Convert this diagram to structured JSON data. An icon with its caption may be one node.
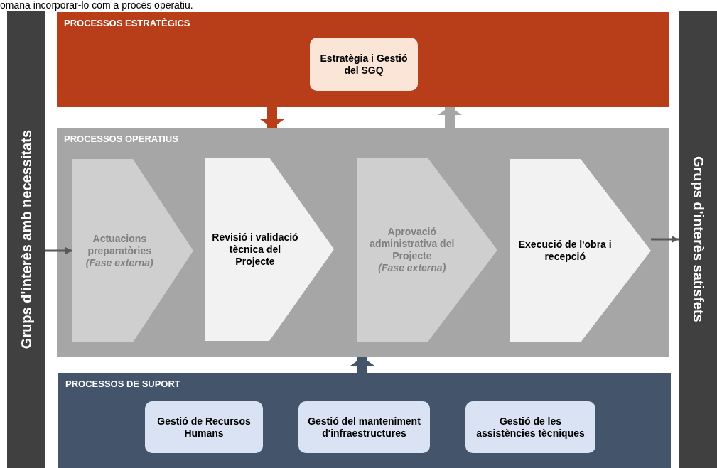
{
  "diagram": {
    "nodes": [
      {
        "text": [
          "Grups d'interès amb necessitats"
        ]
      },
      {
        "text": [
          "PROCESSOS ESTRATÈGICS"
        ]
      },
      {
        "text": [
          "Estratègia i Gestió del SGQ"
        ],
        "in": 1
      },
      {
        "text": [
          "PROCESSOS OPERATIUS"
        ]
      },
      {
        "text": [
          "Actuacions preparatòries",
          "(Fase externa)"
        ],
        "in": 3
      },
      {
        "text": [
          "Revisió i validació tècnica del Projecte"
        ],
        "in": 3
      },
      {
        "text": [
          "Aprovació administrativa del Projecte",
          "(Fase externa)"
        ],
        "in": 3
      },
      {
        "text": [
          "Execució de l'obra i recepció"
        ],
        "in": 3
      },
      {
        "text": [
          "PROCESSOS DE SUPORT"
        ]
      },
      {
        "text": [
          "Gestió de Recursos Humans"
        ],
        "in": 8
      },
      {
        "text": [
          "Gestió del manteniment d'infraestructures"
        ],
        "in": 8
      },
      {
        "text": [
          "Gestió de les assistències tècniques"
        ],
        "in": 8
      },
      {
        "text": [
          "Grups d'interès satisfets"
        ]
      }
    ],
    "edges": [
      {
        "from": 0,
        "to": 4,
        "arrow": "to"
      },
      {
        "from": 7,
        "to": 12,
        "arrow": "to"
      },
      {
        "from": 1,
        "to": 3,
        "arrow": "to",
        "color": "#b83e1a"
      },
      {
        "from": 3,
        "to": 1,
        "arrow": "to",
        "color": "#a6a6a6"
      },
      {
        "from": 8,
        "to": 3,
        "arrow": "to",
        "color": "#44546a"
      }
    ],
    "labels": [
      "omana incorporar-lo com a procés operatiu."
    ]
  }
}
